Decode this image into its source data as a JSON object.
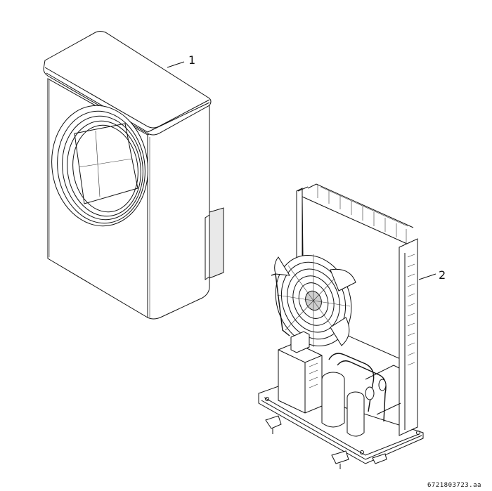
{
  "callouts": [
    {
      "id": "1",
      "label": "1"
    },
    {
      "id": "2",
      "label": "2"
    }
  ],
  "reference_code": "6721803723.aa"
}
